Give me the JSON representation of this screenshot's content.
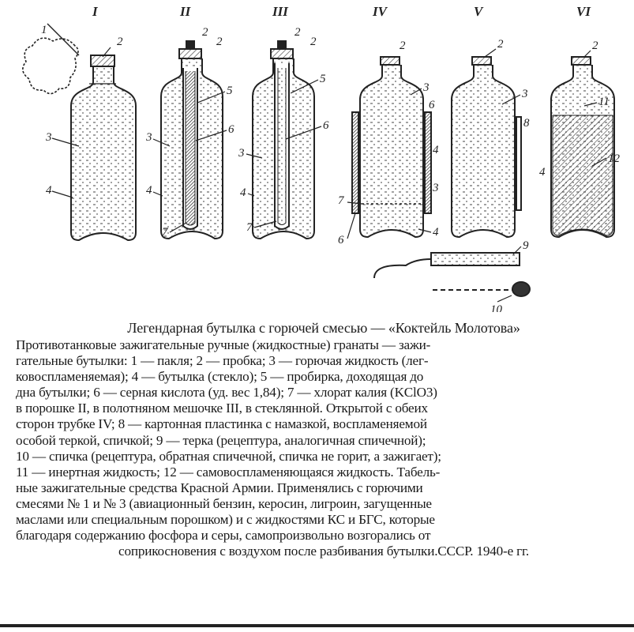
{
  "roman_labels": [
    "I",
    "II",
    "III",
    "IV",
    "V",
    "VI"
  ],
  "callouts": {
    "b1": [
      "1",
      "2",
      "3",
      "4"
    ],
    "b2": [
      "2",
      "2",
      "5",
      "6",
      "3",
      "4",
      "7"
    ],
    "b3": [
      "2",
      "2",
      "5",
      "6",
      "3",
      "4",
      "7"
    ],
    "b4": [
      "2",
      "3",
      "6",
      "4",
      "7",
      "3",
      "6",
      "4"
    ],
    "b5": [
      "2",
      "3",
      "8"
    ],
    "b6": [
      "2",
      "11",
      "12",
      "4"
    ],
    "match": [
      "9",
      "10"
    ]
  },
  "caption": {
    "title": "Легендарная бутылка с горючей смесью — «Коктейль Молотова»",
    "lines": [
      "Противотанковые зажигательные ручные (жидкостные) гранаты — зажи-",
      "гательные бутылки: 1 — пакля; 2 — пробка; 3 — горючая жидкость (лег-",
      "ковоспламеняемая); 4 — бутылка (стекло); 5 — пробирка, доходящая до",
      "дна бутылки; 6 — серная кислота (уд. вес 1,84); 7 — хлорат калия (KClO3)",
      "в порошке II, в полотняном мешочке III, в стеклянной. Открытой с обеих",
      "сторон трубке IV; 8 — картонная пластинка с намазкой, воспламеняемой",
      "особой теркой, спичкой; 9 — терка (рецептура, аналогичная спичечной);",
      "10 — спичка (рецептура, обратная спичечной, спичка не горит, а зажигает);",
      "11 — инертная жидкость; 12 — самовоспламеняющаяся жидкость. Табель-",
      "ные зажигательные средства Красной Армии. Применялись с горючими",
      "смесями № 1 и № 3 (авиационный бензин, керосин, лигроин, загущенные",
      "маслами или специальным порошком) и с жидкостями КС и БГС, которые",
      "благодаря содержанию фосфора и серы, самопроизвольно возгорались от",
      "соприкосновения с воздухом после разбивания бутылки.СССР. 1940-е гг."
    ]
  }
}
